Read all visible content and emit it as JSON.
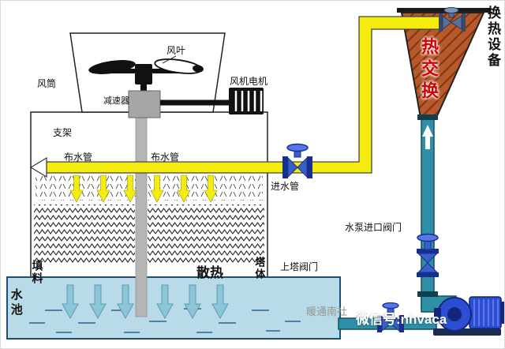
{
  "labels": {
    "fan_blade": "风叶",
    "fan_duct": "风筒",
    "fan_motor": "风机电机",
    "gear_reducer": "减速器",
    "support_frame": "支架",
    "dist_pipe_left": "布水管",
    "dist_pipe_right": "布水管",
    "inlet_pipe": "进水管",
    "fill_media": "填料",
    "heat_dissipation": "散热",
    "tower_body": "塔体",
    "tower_valve": "上塔阀门",
    "pump_inlet_valve": "水泵进口阀门",
    "water_pool": "水池",
    "heat_exchange": "热交换",
    "heat_exchange_equipment": "换热设备"
  },
  "watermark": {
    "brand": "暖通南社",
    "wechat_id": "微信号:nhvaca"
  },
  "colors": {
    "hot_water_pipe": "#f4ec0e",
    "cold_water_pipe": "#2e8fa6",
    "pool_water": "#b9dae8",
    "pool_arrow": "#8cc5d8",
    "exchanger_body": "#b7592a",
    "exchanger_stripe": "#7e3514",
    "heat_text": "#d40000",
    "valve_blue": "#3b5fc9",
    "pump_blue": "#2c4ed2"
  }
}
